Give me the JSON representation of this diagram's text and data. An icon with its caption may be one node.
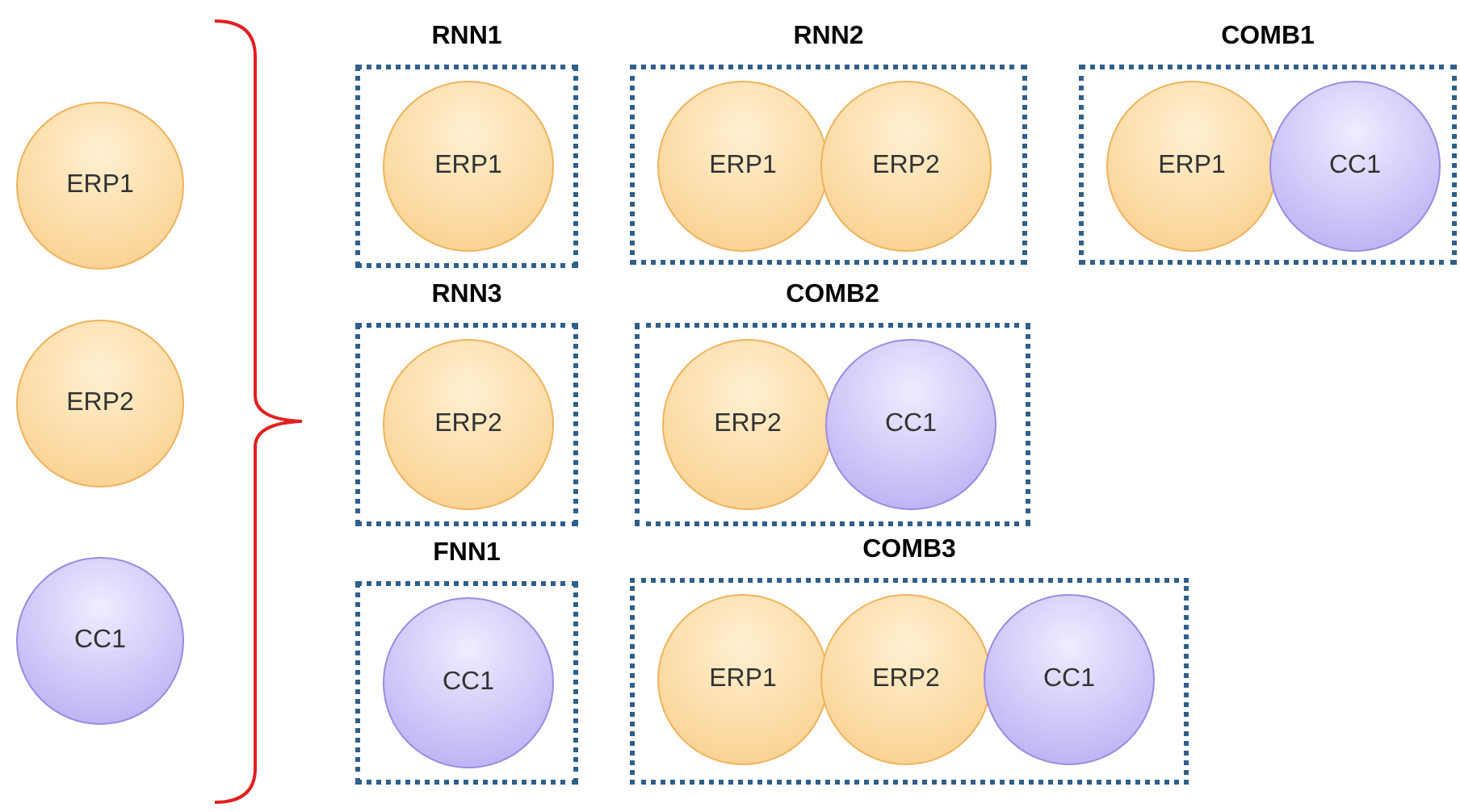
{
  "diagram": {
    "nodes": [
      {
        "text": [
          "ERP1"
        ]
      },
      {
        "text": [
          "ERP2"
        ]
      },
      {
        "text": [
          "CC1"
        ]
      },
      {
        "text": [
          "RNN1"
        ]
      },
      {
        "text": [
          "ERP1"
        ],
        "in": 3
      },
      {
        "text": [
          "RNN2"
        ]
      },
      {
        "text": [
          "ERP1"
        ],
        "in": 5
      },
      {
        "text": [
          "ERP2"
        ],
        "in": 5
      },
      {
        "text": [
          "COMB1"
        ]
      },
      {
        "text": [
          "ERP1"
        ],
        "in": 8
      },
      {
        "text": [
          "CC1"
        ],
        "in": 8
      },
      {
        "text": [
          "RNN3"
        ]
      },
      {
        "text": [
          "ERP2"
        ],
        "in": 11
      },
      {
        "text": [
          "COMB2"
        ]
      },
      {
        "text": [
          "ERP2"
        ],
        "in": 13
      },
      {
        "text": [
          "CC1"
        ],
        "in": 13
      },
      {
        "text": [
          "FNN1"
        ]
      },
      {
        "text": [
          "CC1"
        ],
        "in": 16
      },
      {
        "text": [
          "COMB3"
        ]
      },
      {
        "text": [
          "ERP1"
        ],
        "in": 18
      },
      {
        "text": [
          "ERP2"
        ],
        "in": 18
      },
      {
        "text": [
          "CC1"
        ],
        "in": 18
      }
    ],
    "edges": []
  }
}
